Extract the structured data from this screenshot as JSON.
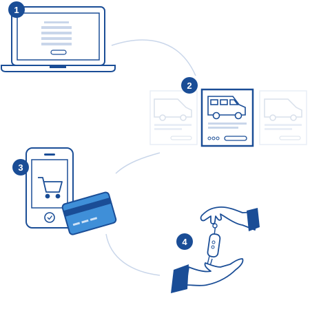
{
  "steps": [
    {
      "number": "1",
      "icon": "laptop-form-icon"
    },
    {
      "number": "2",
      "icon": "van-selection-icon"
    },
    {
      "number": "3",
      "icon": "phone-cart-card-icon"
    },
    {
      "number": "4",
      "icon": "key-handover-icon"
    }
  ],
  "colors": {
    "primary": "#1a4d96",
    "light_line": "#c9d6ea",
    "faded": "#dfe6f0",
    "card": "#3f8fd8",
    "card_stripe": "#1a4d96"
  }
}
